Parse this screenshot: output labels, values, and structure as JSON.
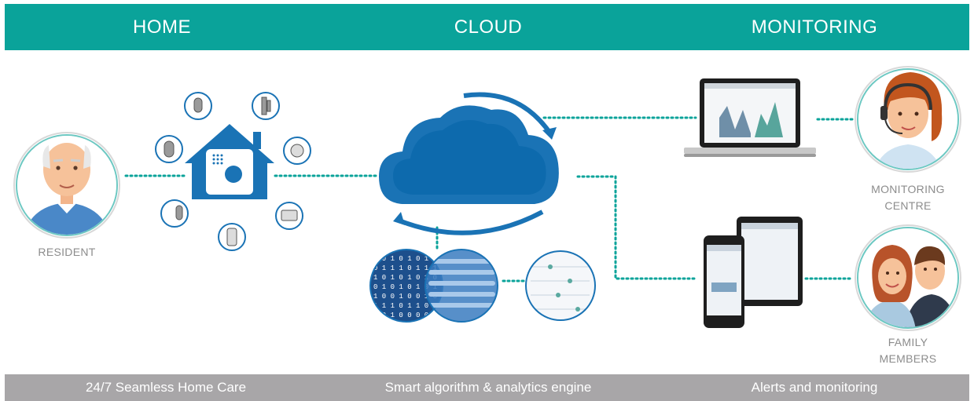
{
  "header": {
    "home": "HOME",
    "cloud": "CLOUD",
    "monitoring": "MONITORING"
  },
  "footer": {
    "home": "24/7 Seamless Home Care",
    "cloud": "Smart algorithm & analytics engine",
    "monitoring": "Alerts and monitoring"
  },
  "labels": {
    "resident": "RESIDENT",
    "monitoring_centre_1": "MONITORING",
    "monitoring_centre_2": "CENTRE",
    "family_1": "FAMILY",
    "family_2": "MEMBERS"
  },
  "colors": {
    "teal": "#0aa39a",
    "blue": "#1a73b5",
    "grey_bar": "#a8a6a8",
    "caption": "#8c8c8c"
  },
  "icons": [
    "resident-avatar",
    "smart-home-hub-icon",
    "cloud-sync-icon",
    "data-binary-icon",
    "analytics-chart-icon",
    "laptop-dashboard-icon",
    "tablet-phone-icon",
    "operator-avatar",
    "family-avatar"
  ]
}
